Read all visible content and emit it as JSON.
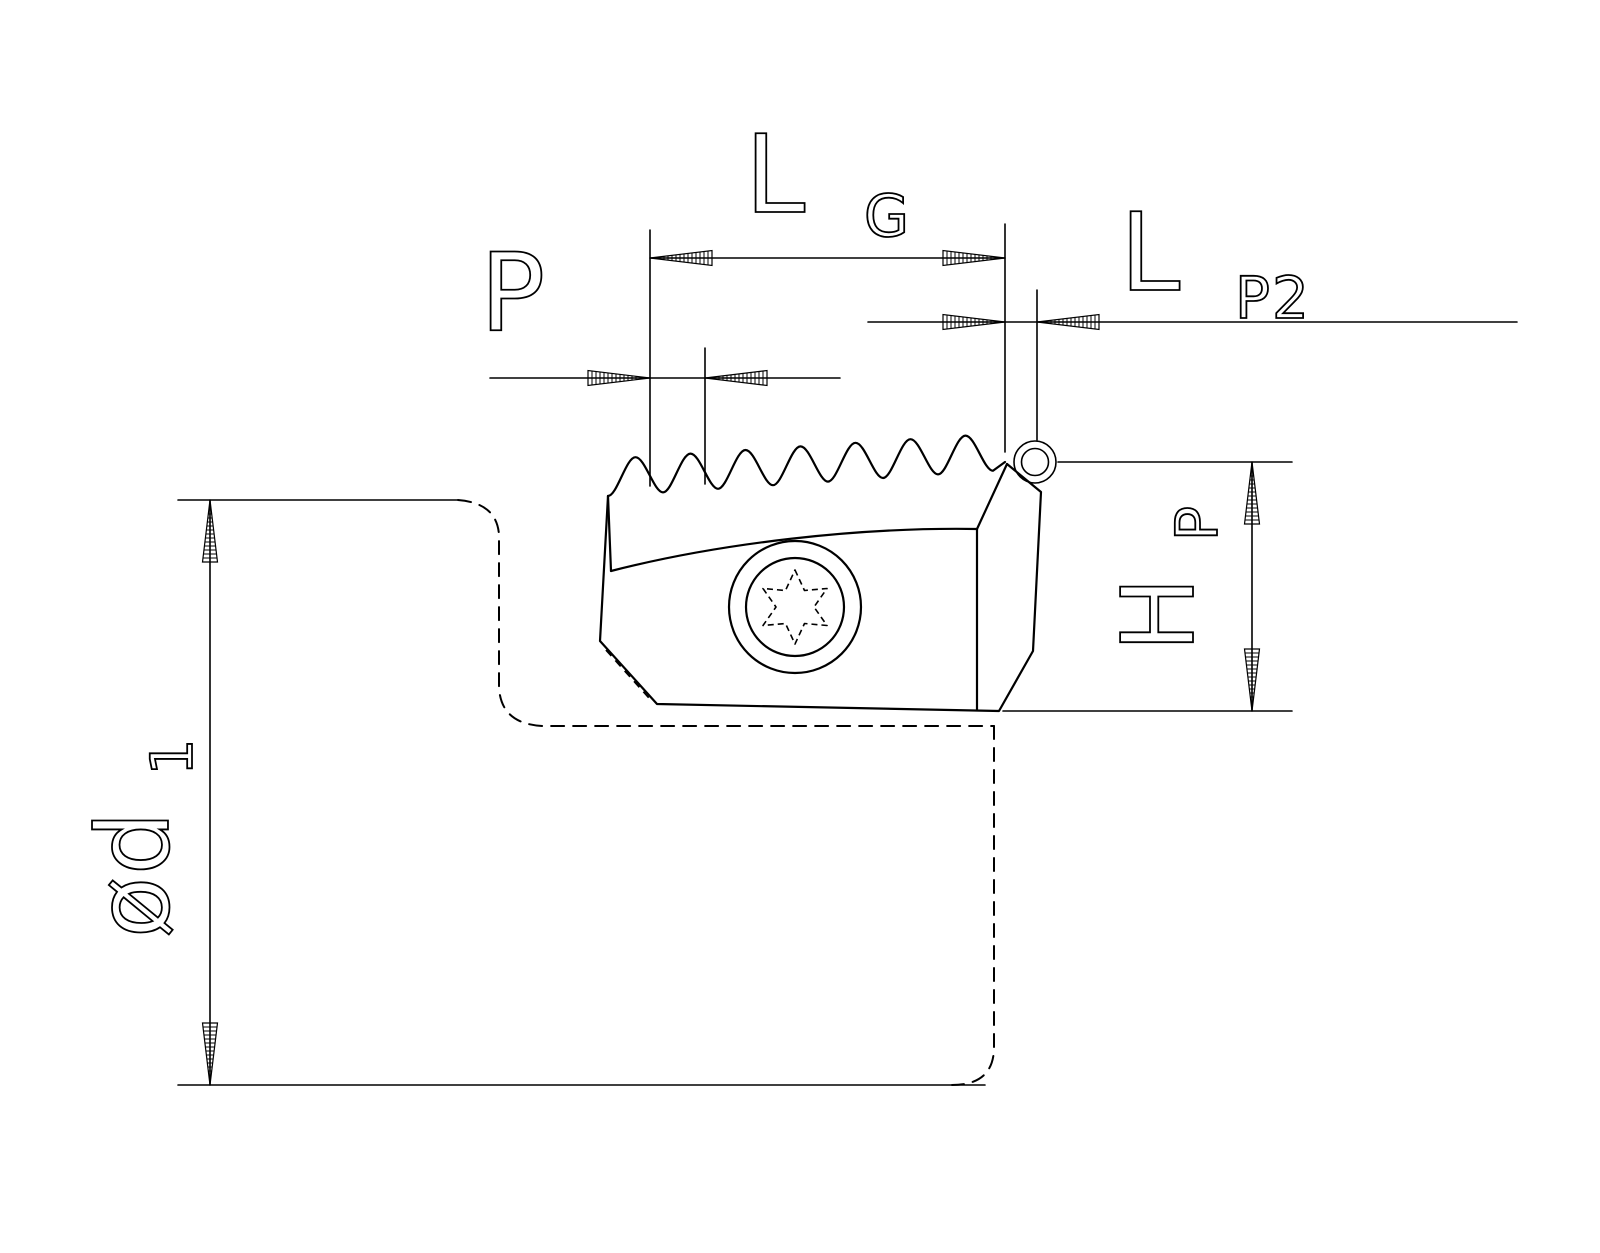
{
  "drawing": {
    "title": "Threading insert dimensional drawing",
    "colors": {
      "line": "#000000",
      "background": "#ffffff"
    },
    "labels": {
      "cutting_length": {
        "main": "L",
        "sub": "G"
      },
      "pitch": {
        "main": "P"
      },
      "corner_offset": {
        "main": "L",
        "sub": "P2"
      },
      "profile_height": {
        "main": "H",
        "sub": "P"
      },
      "min_bore_diameter": {
        "main": "ød",
        "sub": "1"
      }
    }
  }
}
